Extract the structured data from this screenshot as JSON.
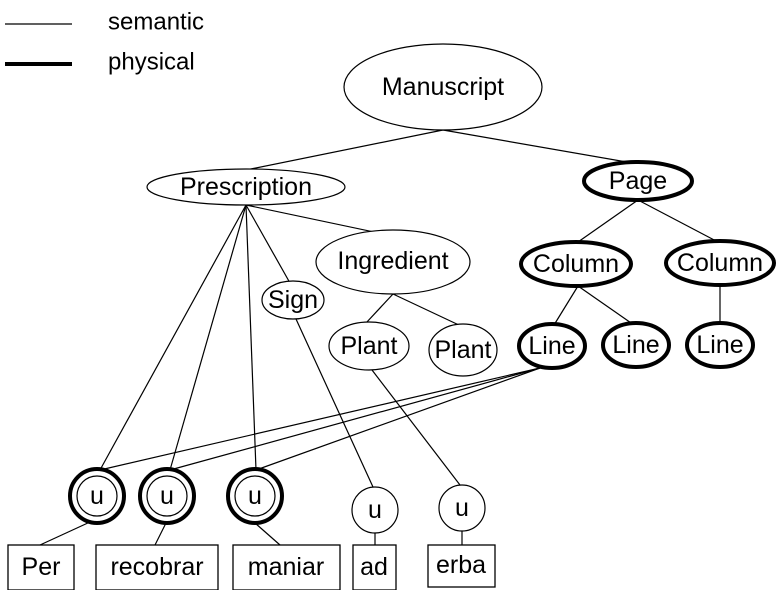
{
  "legend": {
    "semantic_label": "semantic",
    "physical_label": "physical"
  },
  "nodes": {
    "manuscript": "Manuscript",
    "prescription": "Prescription",
    "page": "Page",
    "ingredient": "Ingredient",
    "sign": "Sign",
    "plant_1": "Plant",
    "plant_2": "Plant",
    "column_1": "Column",
    "column_2": "Column",
    "line_1": "Line",
    "line_2": "Line",
    "line_3": "Line",
    "u_1": "u",
    "u_2": "u",
    "u_3": "u",
    "u_4": "u",
    "u_5": "u"
  },
  "words": [
    "Per",
    "recobrar",
    "maniar",
    "ad",
    "erba"
  ]
}
